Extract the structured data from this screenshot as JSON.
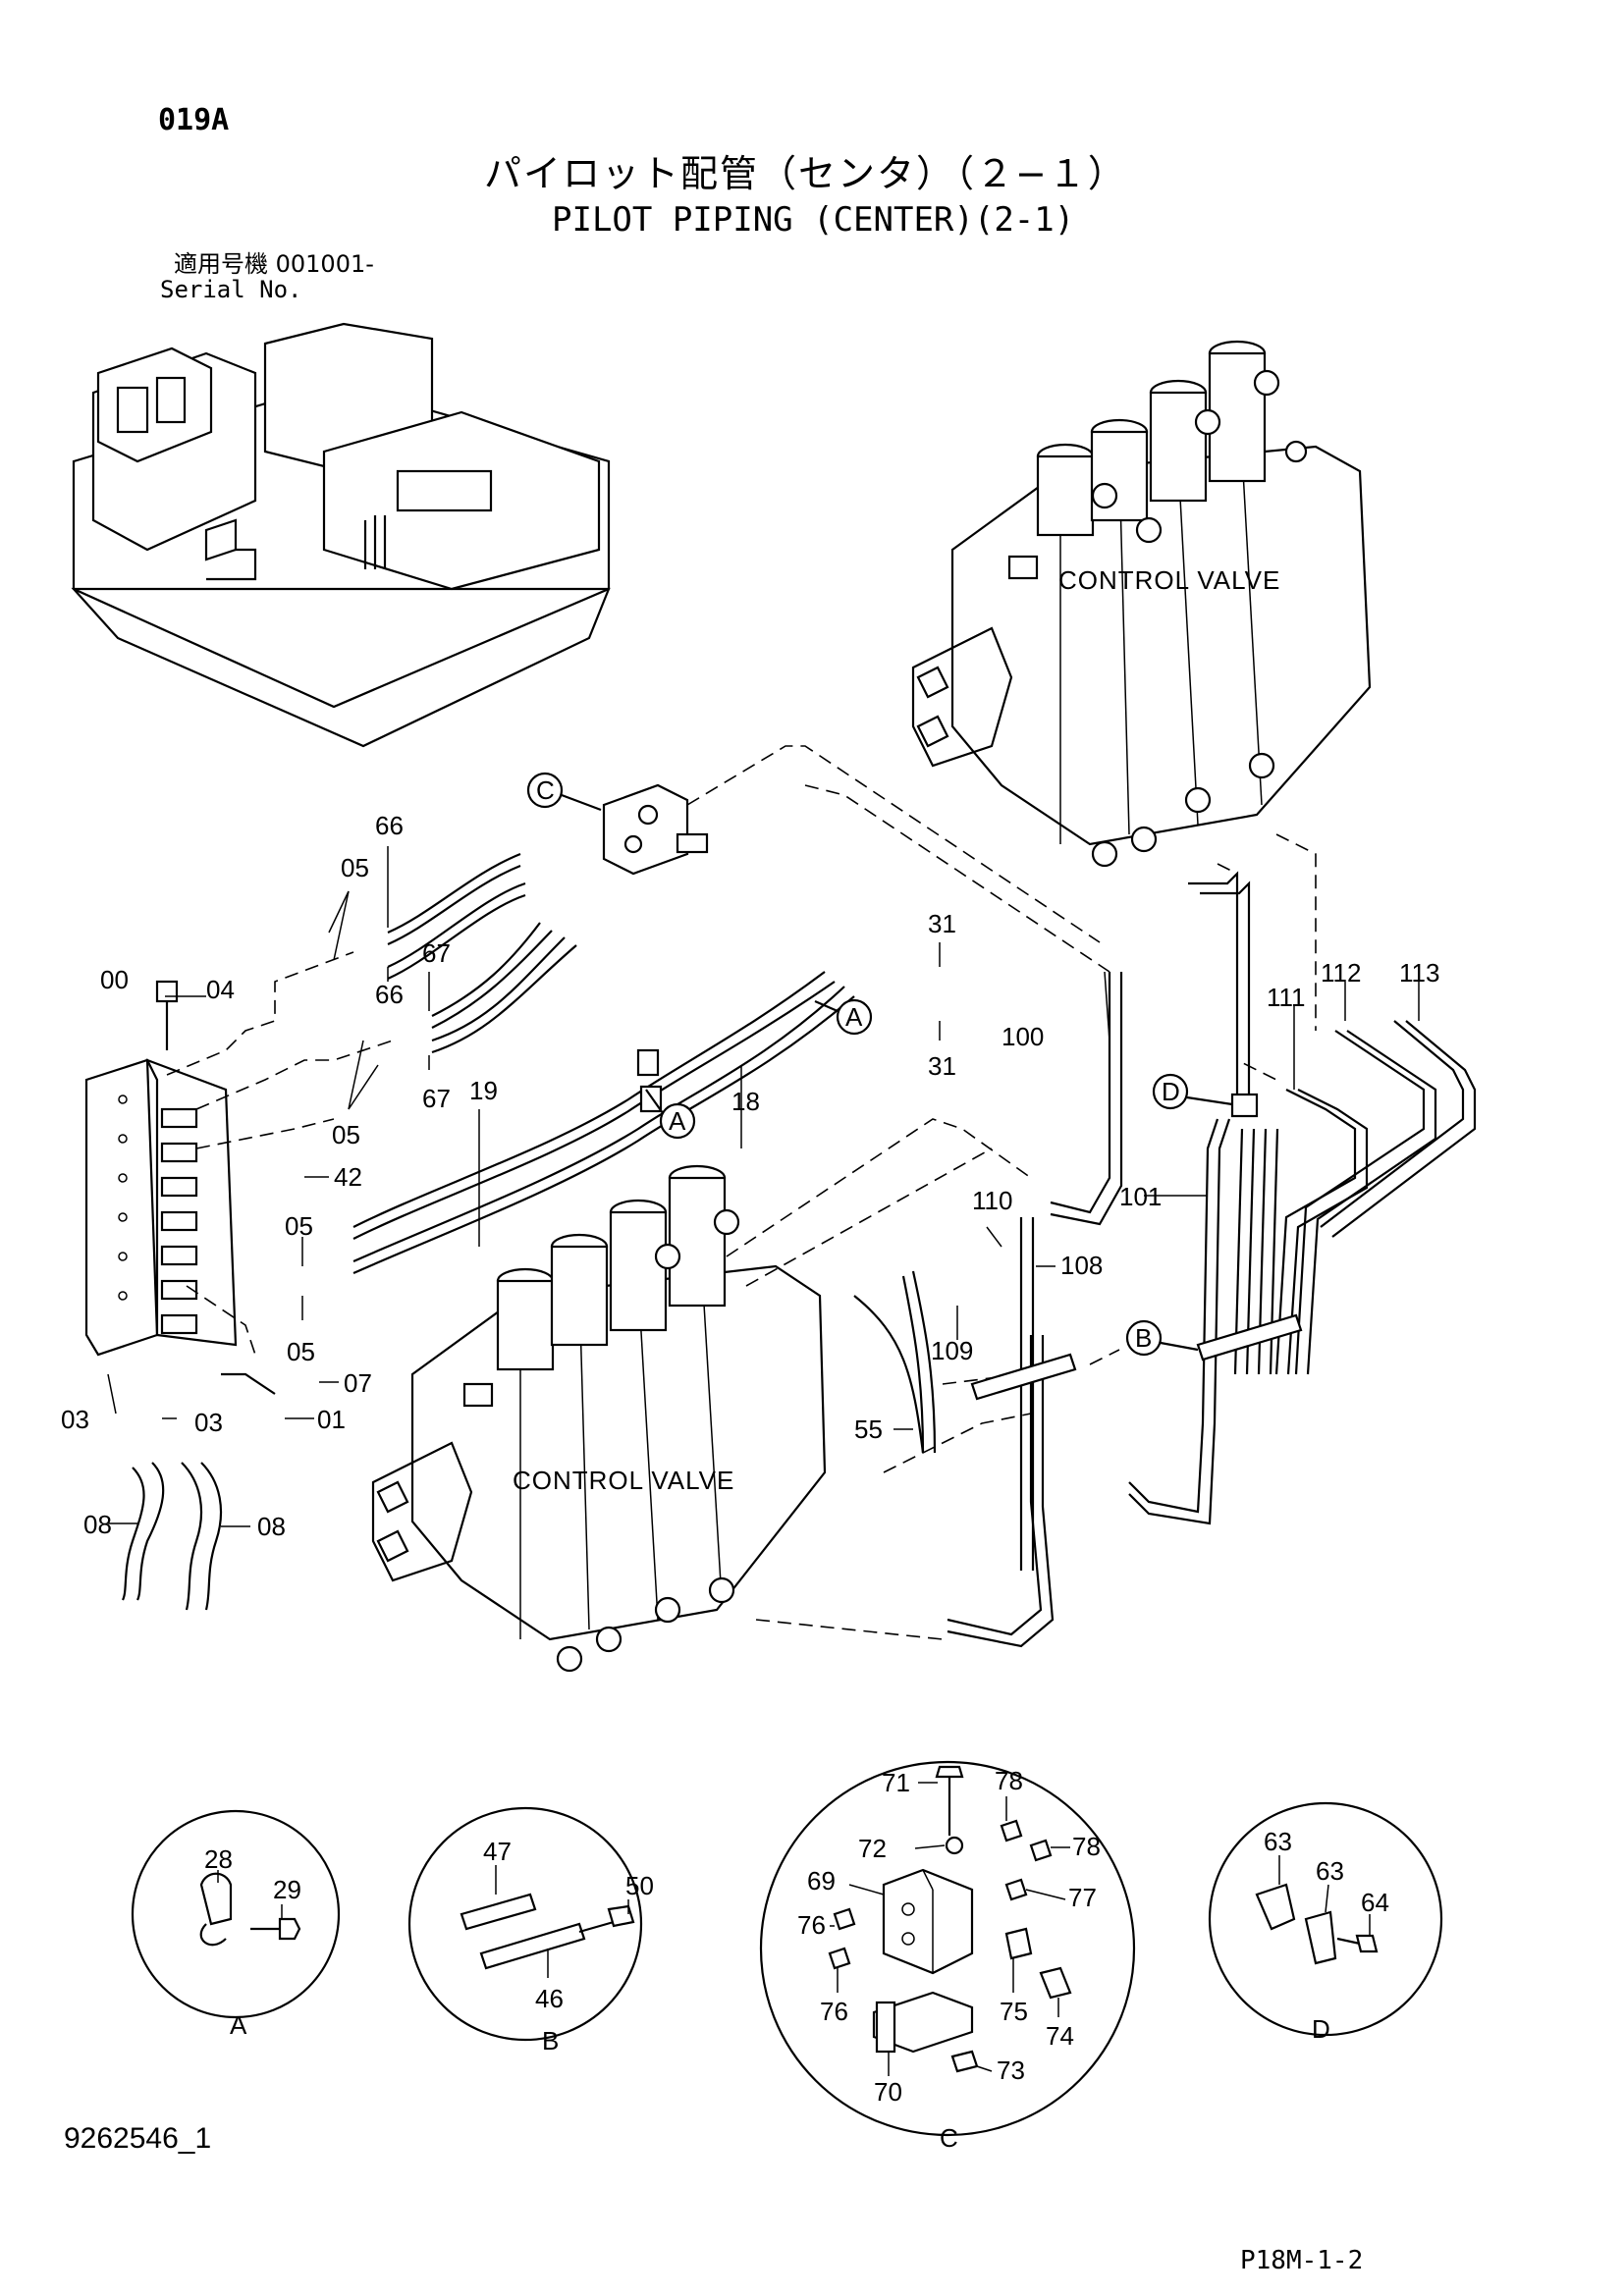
{
  "header": {
    "page_code": "019A",
    "title_jp": "パイロット配管（センタ）（２−１）",
    "title_en": "PILOT PIPING (CENTER)(2-1)",
    "serial_jp": "適用号機  001001-",
    "serial_en": "Serial No."
  },
  "components": {
    "control_valve_top": "CONTROL VALVE",
    "control_valve_bottom": "CONTROL VALVE"
  },
  "callouts": {
    "c": "C",
    "a1": "A",
    "a2": "A",
    "d": "D",
    "b": "B"
  },
  "part_labels": {
    "p66a": "66",
    "p05a": "05",
    "p66b": "66",
    "p67a": "67",
    "p67b": "67",
    "p00": "00",
    "p04": "04",
    "p05b": "05",
    "p19": "19",
    "p18": "18",
    "p31a": "31",
    "p31b": "31",
    "p100": "100",
    "p112": "112",
    "p113": "113",
    "p111": "111",
    "p42": "42",
    "p05c": "05",
    "p05d": "05",
    "p101": "101",
    "p110": "110",
    "p108": "108",
    "p109": "109",
    "p07": "07",
    "p03a": "03",
    "p03b": "03",
    "p01": "01",
    "p55": "55",
    "p08a": "08",
    "p08b": "08"
  },
  "details": {
    "a": {
      "name": "A",
      "labels": {
        "p28": "28",
        "p29": "29"
      }
    },
    "b": {
      "name": "B",
      "labels": {
        "p47": "47",
        "p50": "50",
        "p46": "46"
      }
    },
    "c": {
      "name": "C",
      "labels": {
        "p71": "71",
        "p78a": "78",
        "p72": "72",
        "p78b": "78",
        "p69": "69",
        "p77": "77",
        "p76a": "76",
        "p76b": "76",
        "p75": "75",
        "p74": "74",
        "p70": "70",
        "p73": "73"
      }
    },
    "d": {
      "name": "D",
      "labels": {
        "p63a": "63",
        "p63b": "63",
        "p64": "64"
      }
    }
  },
  "footer": {
    "doc_id": "9262546_1",
    "page_ref": "P18M-1-2"
  }
}
